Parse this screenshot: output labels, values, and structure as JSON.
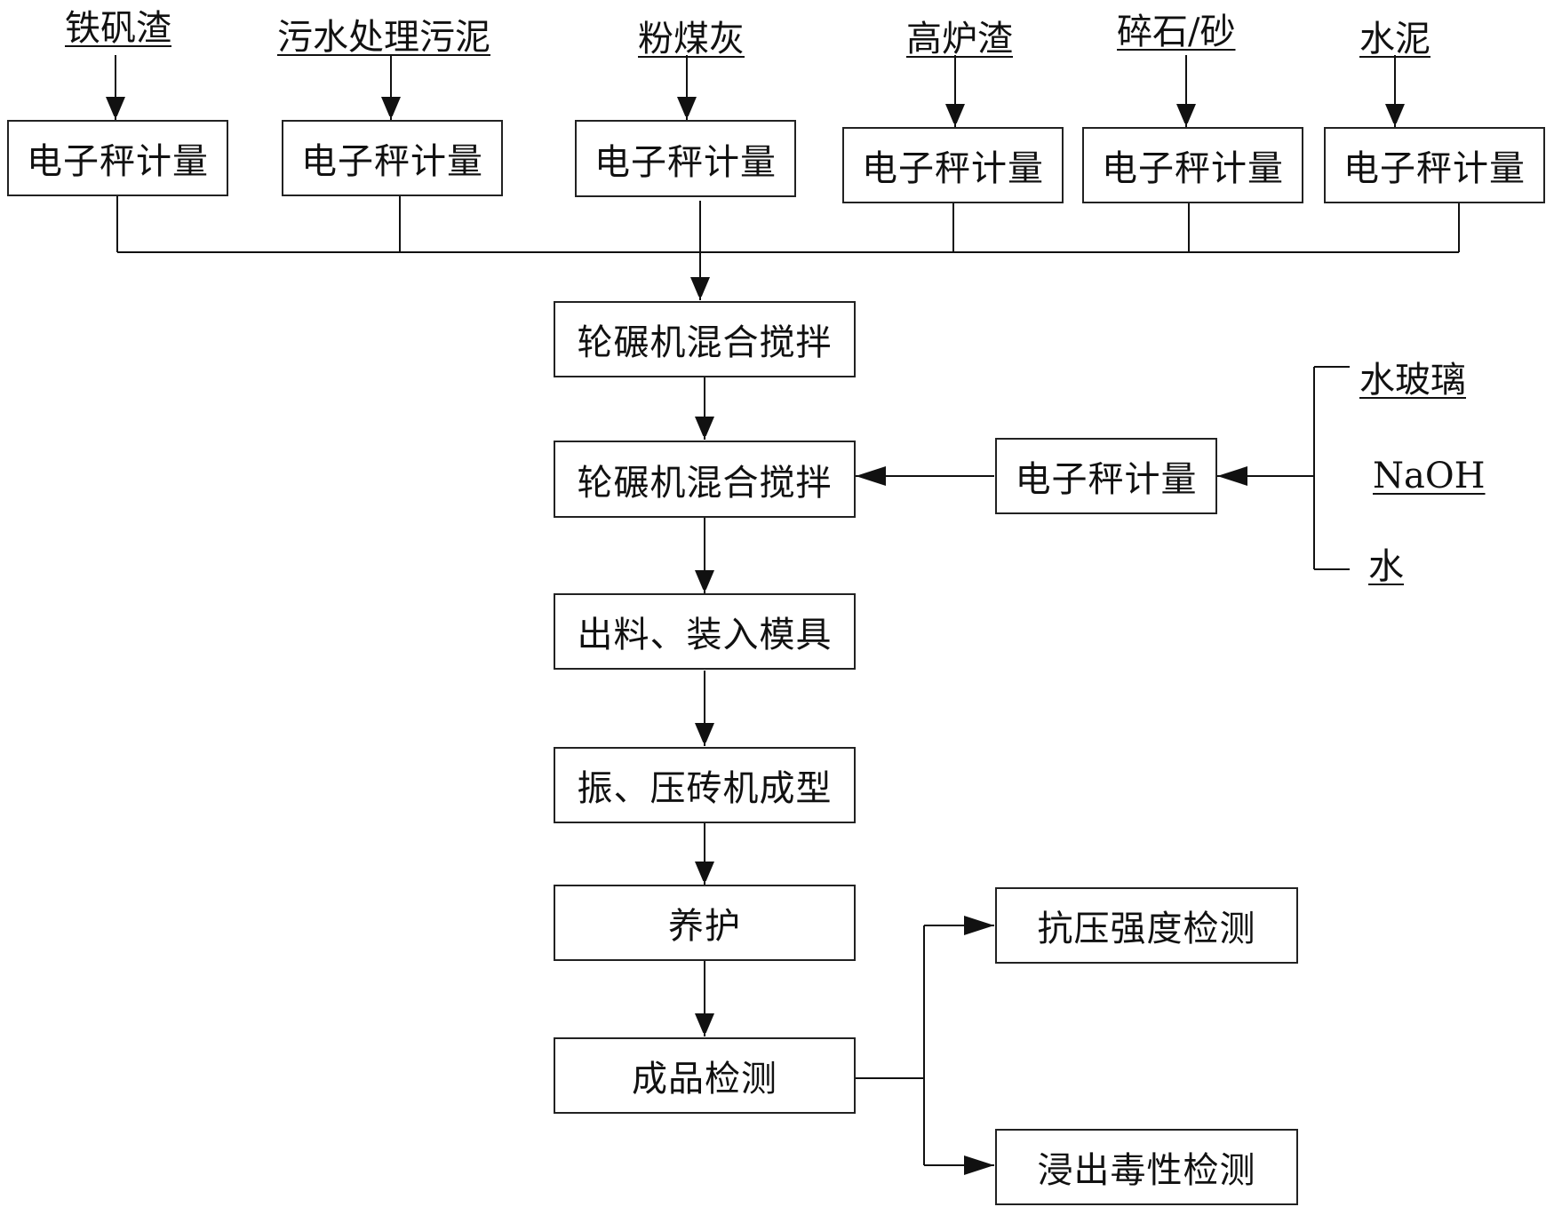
{
  "inputs": {
    "iron_vitriol_slag": "铁矾渣",
    "sewage_sludge": "污水处理污泥",
    "fly_ash": "粉煤灰",
    "blast_furnace_slag": "高炉渣",
    "gravel_sand": "碎石/砂",
    "cement": "水泥"
  },
  "weigh_label": "电子秤计量",
  "steps": {
    "mix1": "轮碾机混合搅拌",
    "mix2": "轮碾机混合搅拌",
    "discharge": "出料、装入模具",
    "forming": "振、压砖机成型",
    "curing": "养护",
    "inspection": "成品检测",
    "compressive_test": "抗压强度检测",
    "leaching_test": "浸出毒性检测"
  },
  "additives": {
    "water_glass": "水玻璃",
    "naoh": "NaOH",
    "water": "水"
  }
}
